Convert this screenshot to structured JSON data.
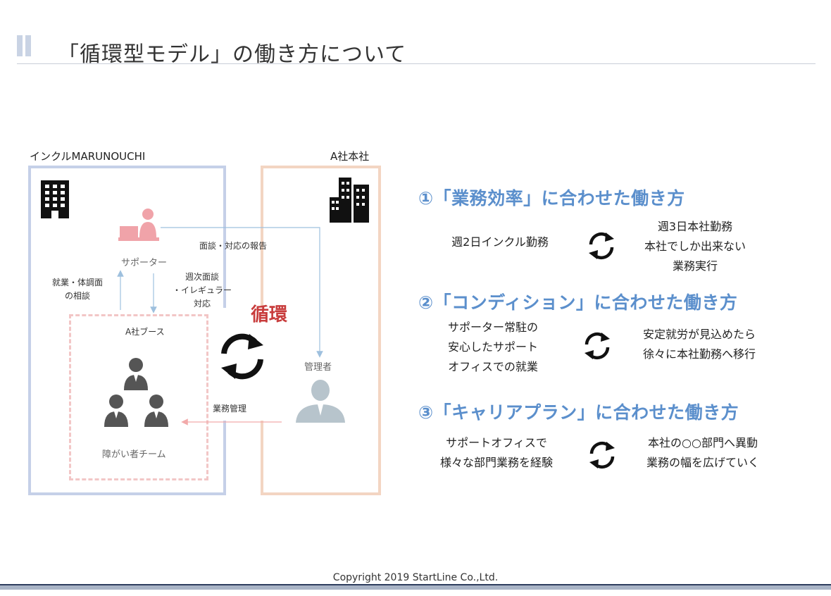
{
  "page": {
    "title": "「循環型モデル」の働き方について",
    "footer": "Copyright 2019 StartLine Co.,Ltd."
  },
  "diagram": {
    "left_office_label": "インクルMARUNOUCHI",
    "right_office_label": "A社本社",
    "supporter_label": "サポーター",
    "report_label": "面談・対応の報告",
    "consult_label": [
      "就業・体調面",
      "の相談"
    ],
    "weekly_label": [
      "週次面談",
      "・イレギュラー",
      "対応"
    ],
    "cycle_label": "循環",
    "booth_label": "A社ブース",
    "team_label": "障がい者チーム",
    "manager_label": "管理者",
    "mgmt_label": "業務管理"
  },
  "sections": [
    {
      "title": "①「業務効率」に合わせた働き方",
      "left": [
        "週2日インクル勤務"
      ],
      "right": [
        "週3日本社勤務",
        "本社でしか出来ない",
        "業務実行"
      ]
    },
    {
      "title": "②「コンディション」に合わせた働き方",
      "left": [
        "サポーター常駐の",
        "安心したサポート",
        "オフィスでの就業"
      ],
      "right": [
        "安定就労が見込めたら",
        "徐々に本社勤務へ移行"
      ]
    },
    {
      "title": "③「キャリアプラン」に合わせた働き方",
      "left": [
        "サポートオフィスで",
        "様々な部門業務を経験"
      ],
      "right": [
        "本社の○○部門へ異動",
        "業務の幅を広げていく"
      ]
    }
  ],
  "colors": {
    "accent_blue": "#5b8fcc",
    "cycle_red": "#c83c3c",
    "left_frame": "#c5d0e8",
    "right_frame": "#f3d5c2",
    "booth_frame": "#f2c6c6"
  },
  "icons": [
    "building-icon",
    "office-towers-icon",
    "supporter-icon",
    "person-icon",
    "manager-icon",
    "cycle-arrows-icon"
  ]
}
